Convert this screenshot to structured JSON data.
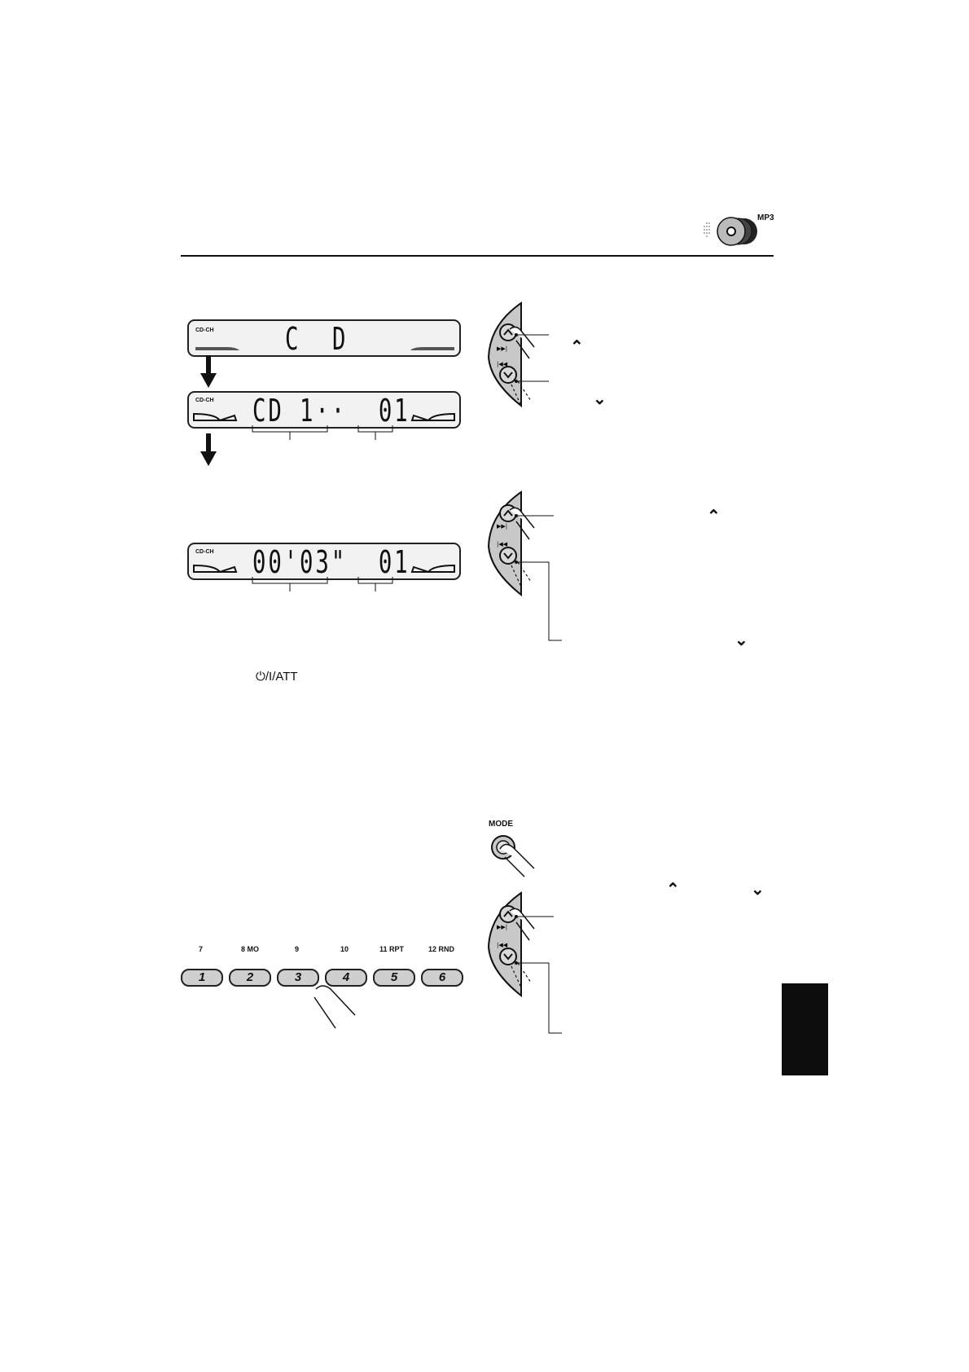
{
  "header": {
    "disc_icon_badge": "MP3",
    "disc_icon": "multi-disc-icon"
  },
  "displays": {
    "lcd1": {
      "label": "CD-CH",
      "segments": "C  D"
    },
    "lcd2": {
      "label": "CD-CH",
      "segments": "CD 1··  01"
    },
    "lcd3": {
      "label": "CD-CH",
      "segments": "00'03\"  01"
    }
  },
  "controls": {
    "power_att_label": "⏻/I/ATT",
    "mode_label": "MODE",
    "up_arrow_glyph": "⌃",
    "down_arrow_glyph": "⌄",
    "next_glyph": "▶▶|",
    "prev_glyph": "|◀◀"
  },
  "presets": {
    "top_labels": [
      "7",
      "8  MO",
      "9",
      "10",
      "11  RPT",
      "12  RND"
    ],
    "buttons": [
      "1",
      "2",
      "3",
      "4",
      "5",
      "6"
    ]
  },
  "colors": {
    "panel_gray": "#c8c8c8",
    "lcd_bg": "#f2f2f2",
    "tab_black": "#0d0d0d"
  }
}
